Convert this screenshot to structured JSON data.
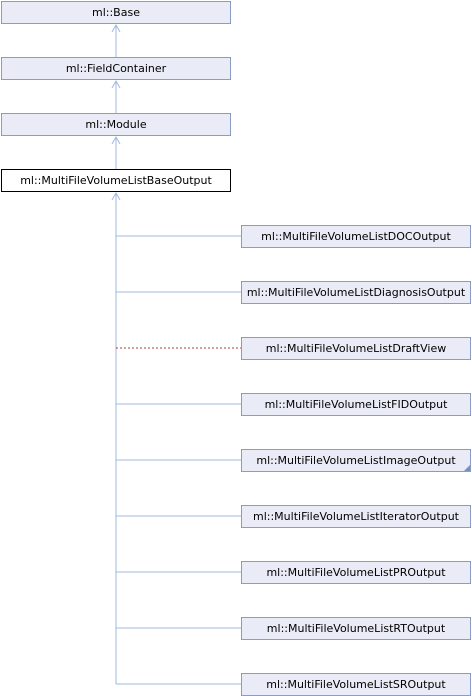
{
  "colors": {
    "edge": "#9fbadf",
    "edge_dotted": "#b23b3b",
    "node_fill": "#e9ecf6",
    "node_border": "#8a9bc6",
    "current_border": "#000000"
  },
  "ancestors": [
    {
      "label": "ml::Base"
    },
    {
      "label": "ml::FieldContainer"
    },
    {
      "label": "ml::Module"
    }
  ],
  "current": {
    "label": "ml::MultiFileVolumeListBaseOutput"
  },
  "children": [
    {
      "label": "ml::MultiFileVolumeListDOCOutput",
      "edge": "solid"
    },
    {
      "label": "ml::MultiFileVolumeListDiagnosisOutput",
      "edge": "solid"
    },
    {
      "label": "ml::MultiFileVolumeListDraftView",
      "edge": "dotted"
    },
    {
      "label": "ml::MultiFileVolumeListFIDOutput",
      "edge": "solid"
    },
    {
      "label": "ml::MultiFileVolumeListImageOutput",
      "edge": "solid",
      "has_more": true
    },
    {
      "label": "ml::MultiFileVolumeListIteratorOutput",
      "edge": "solid"
    },
    {
      "label": "ml::MultiFileVolumeListPROutput",
      "edge": "solid"
    },
    {
      "label": "ml::MultiFileVolumeListRTOutput",
      "edge": "solid"
    },
    {
      "label": "ml::MultiFileVolumeListSROutput",
      "edge": "solid"
    }
  ]
}
